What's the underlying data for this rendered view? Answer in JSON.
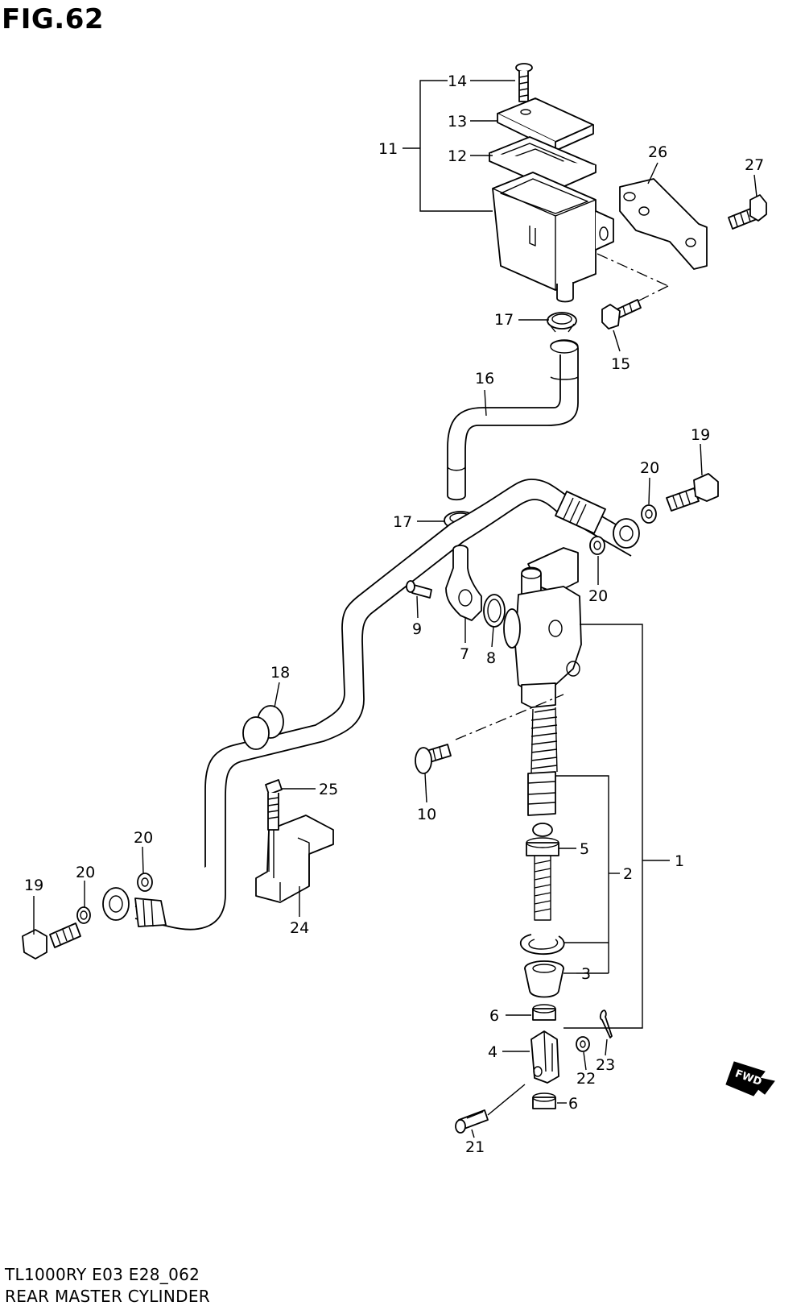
{
  "figure_label": "FIG.62",
  "footer": {
    "model_code": "TL1000RY E03 E28_062",
    "section_name": "REAR MASTER CYLINDER"
  },
  "fwd_badge": "FWD",
  "callouts": {
    "c1": "1",
    "c2": "2",
    "c3": "3",
    "c4": "4",
    "c5": "5",
    "c6a": "6",
    "c6b": "6",
    "c7": "7",
    "c8": "8",
    "c9": "9",
    "c10": "10",
    "c11": "11",
    "c12": "12",
    "c13": "13",
    "c14": "14",
    "c15": "15",
    "c16": "16",
    "c17a": "17",
    "c17b": "17",
    "c18": "18",
    "c19a": "19",
    "c19b": "19",
    "c20a": "20",
    "c20b": "20",
    "c20c": "20",
    "c20d": "20",
    "c21": "21",
    "c22": "22",
    "c23": "23",
    "c24": "24",
    "c25": "25",
    "c26": "26",
    "c27": "27"
  }
}
